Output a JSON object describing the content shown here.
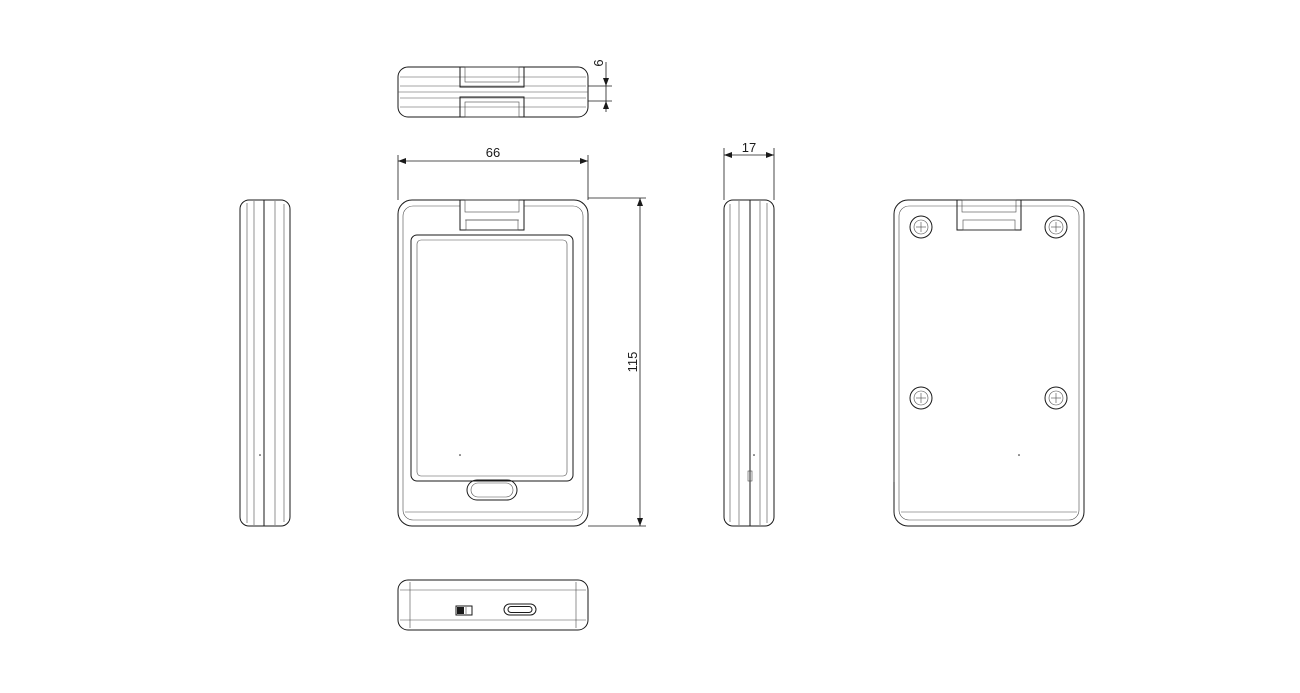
{
  "drawing": {
    "dimensions": {
      "width": "66",
      "height": "115",
      "depth": "17",
      "lanyard": "6"
    }
  }
}
